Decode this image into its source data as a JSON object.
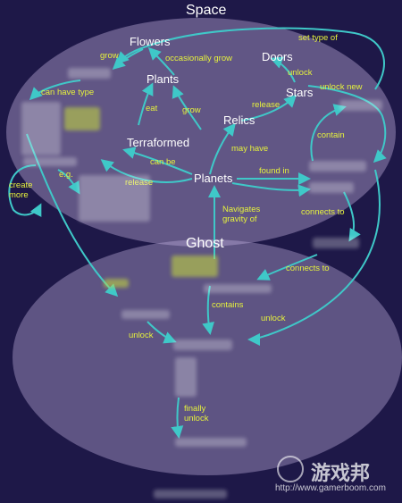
{
  "sections": {
    "space": "Space",
    "ghost": "Ghost"
  },
  "nodes": {
    "flowers": "Flowers",
    "doors": "Doors",
    "plants": "Plants",
    "stars": "Stars",
    "relics": "Relics",
    "terraformed": "Terraformed",
    "planets": "Planets"
  },
  "edges": {
    "grow_top": "grow",
    "occasionally_grow": "occasionally grow",
    "set_type_of": "set type of",
    "unlock_doors": "unlock",
    "unlock_new": "unlock new",
    "can_have_type": "can have type",
    "eat": "eat",
    "grow_mid": "grow",
    "release_stars": "release",
    "contain": "contain",
    "may_have": "may have",
    "can_be": "can be",
    "found_in": "found in",
    "create_more": "create more",
    "eg": "e.g.",
    "release_left": "release",
    "navigates_gravity_of": "Navigates gravity of",
    "connects_to_1": "connects to",
    "connects_to_2": "connects to",
    "contains": "contains",
    "unlock_ghost_1": "unlock",
    "unlock_ghost_2": "unlock",
    "finally_unlock": "finally unlock"
  },
  "watermark": {
    "brand": "游戏邦",
    "url": "http://www.gamerboom.com"
  },
  "colors": {
    "background": "#1e1848",
    "arrow": "#3fc8c8",
    "edge_label": "#e6f23c",
    "node": "#ffffff"
  }
}
